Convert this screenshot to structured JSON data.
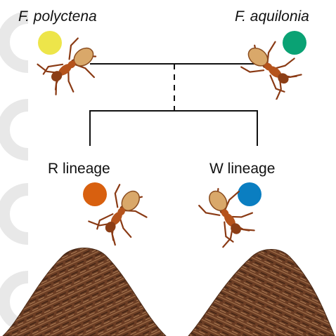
{
  "parents": {
    "left": {
      "name": "F. polyctena",
      "color": "#ede54a"
    },
    "right": {
      "name": "F. aquilonia",
      "color": "#0aa274"
    }
  },
  "lineages": {
    "left": {
      "name": "R lineage",
      "color": "#d8600f"
    },
    "right": {
      "name": "W lineage",
      "color": "#0a7ec1"
    }
  },
  "icons": {
    "ant": "ant-icon",
    "mound": "ant-mound-icon"
  },
  "colors": {
    "ant_body": "#b5531c",
    "ant_abdomen": "#d9a86a",
    "mound": "#6b3d24",
    "lines": "#111111",
    "watermark": "#e6e6e6"
  }
}
